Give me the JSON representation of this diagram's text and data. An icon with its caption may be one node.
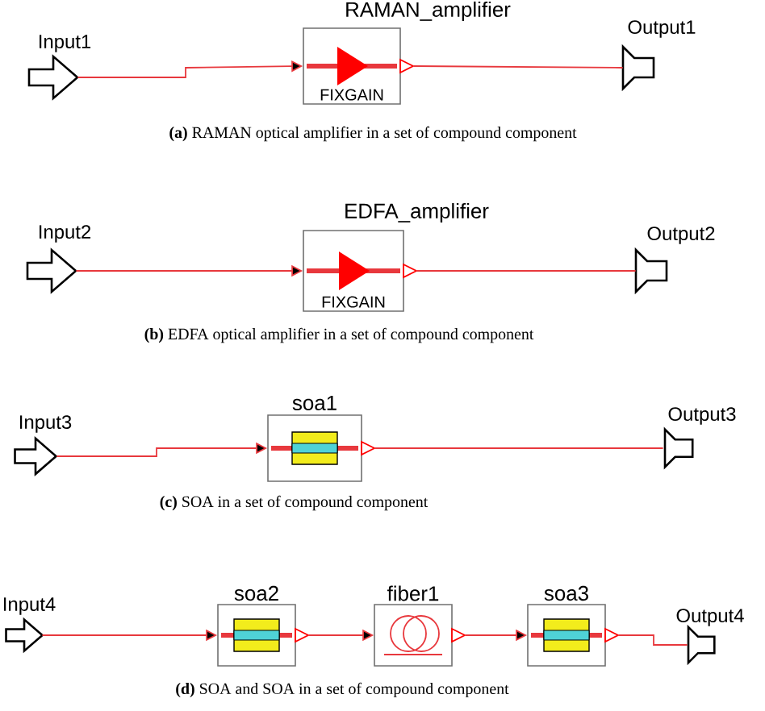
{
  "diagram": {
    "nodes": [
      {
        "text": [
          "Input1"
        ]
      },
      {
        "text": [
          "RAMAN_amplifier",
          "FIXGAIN"
        ]
      },
      {
        "text": [
          "Output1"
        ]
      },
      {
        "text": [
          "Input2"
        ]
      },
      {
        "text": [
          "EDFA_amplifier",
          "FIXGAIN"
        ]
      },
      {
        "text": [
          "Output2"
        ]
      },
      {
        "text": [
          "Input3"
        ]
      },
      {
        "text": [
          "soa1"
        ]
      },
      {
        "text": [
          "Output3"
        ]
      },
      {
        "text": [
          "Input4"
        ]
      },
      {
        "text": [
          "soa2"
        ]
      },
      {
        "text": [
          "fiber1"
        ]
      },
      {
        "text": [
          "soa3"
        ]
      },
      {
        "text": [
          "Output4"
        ]
      }
    ],
    "edges": [
      {
        "from": 0,
        "to": 1,
        "arrow": "to"
      },
      {
        "from": 1,
        "to": 2,
        "arrow": "none"
      },
      {
        "from": 3,
        "to": 4,
        "arrow": "to"
      },
      {
        "from": 4,
        "to": 5,
        "arrow": "none"
      },
      {
        "from": 6,
        "to": 7,
        "arrow": "to"
      },
      {
        "from": 7,
        "to": 8,
        "arrow": "none"
      },
      {
        "from": 9,
        "to": 10,
        "arrow": "to"
      },
      {
        "from": 10,
        "to": 11,
        "arrow": "to"
      },
      {
        "from": 11,
        "to": 12,
        "arrow": "to"
      },
      {
        "from": 12,
        "to": 13,
        "arrow": "none"
      }
    ],
    "labels": [
      "**(a)** RAMAN optical amplifier in a set of compound component",
      "**(b)** EDFA optical amplifier in a set of compound component",
      "**(c)** SOA in a set of compound component",
      "**(d)** SOA and SOA in a set of compound component"
    ]
  }
}
